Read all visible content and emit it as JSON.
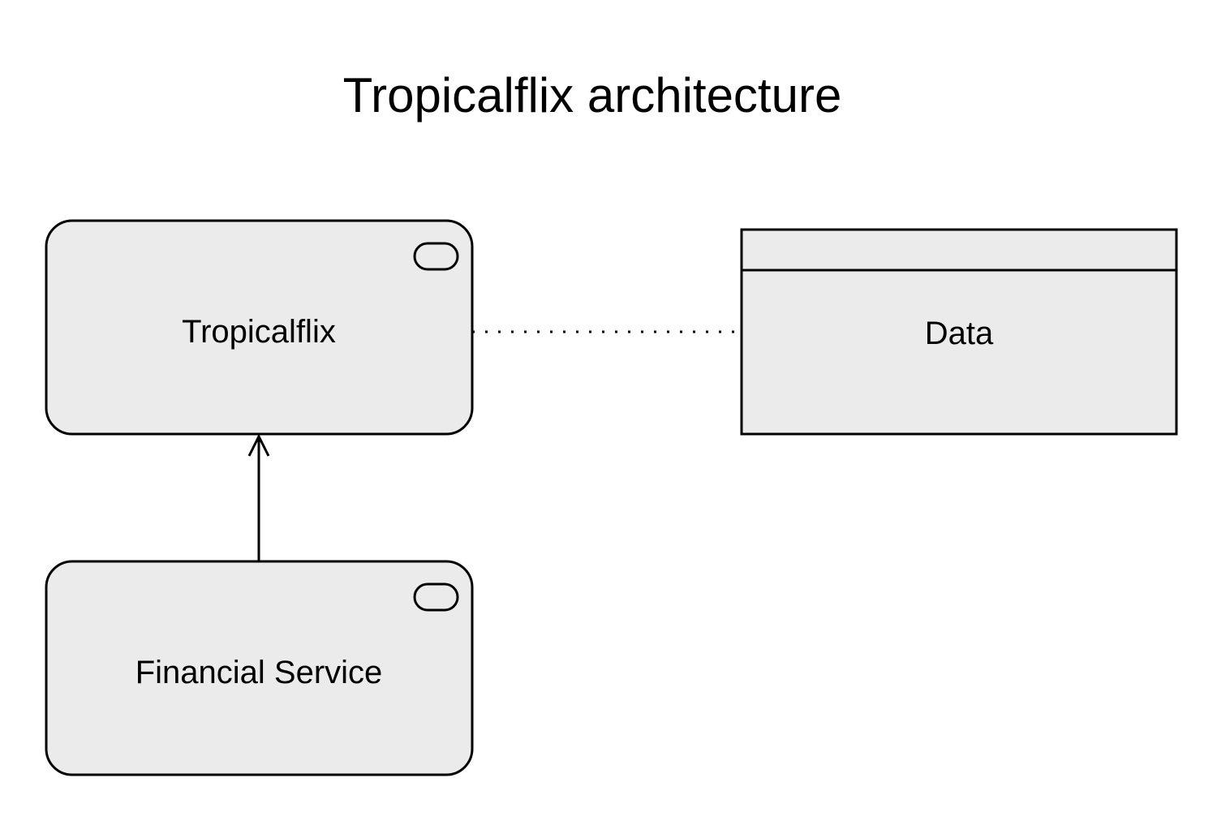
{
  "diagram": {
    "title": "Tropicalflix architecture",
    "colors": {
      "node_fill": "#ebebeb",
      "stroke": "#000000",
      "background": "#ffffff"
    },
    "nodes": {
      "tropicalflix": {
        "label": "Tropicalflix",
        "kind": "application-component",
        "icon": "component-pill-icon"
      },
      "financial_service": {
        "label": "Financial Service",
        "kind": "application-component",
        "icon": "component-pill-icon"
      },
      "data": {
        "label": "Data",
        "kind": "data-object"
      }
    },
    "edges": [
      {
        "from": "financial_service",
        "to": "tropicalflix",
        "style": "solid",
        "arrow": "open"
      },
      {
        "from": "tropicalflix",
        "to": "data",
        "style": "dotted",
        "arrow": "none"
      }
    ]
  }
}
